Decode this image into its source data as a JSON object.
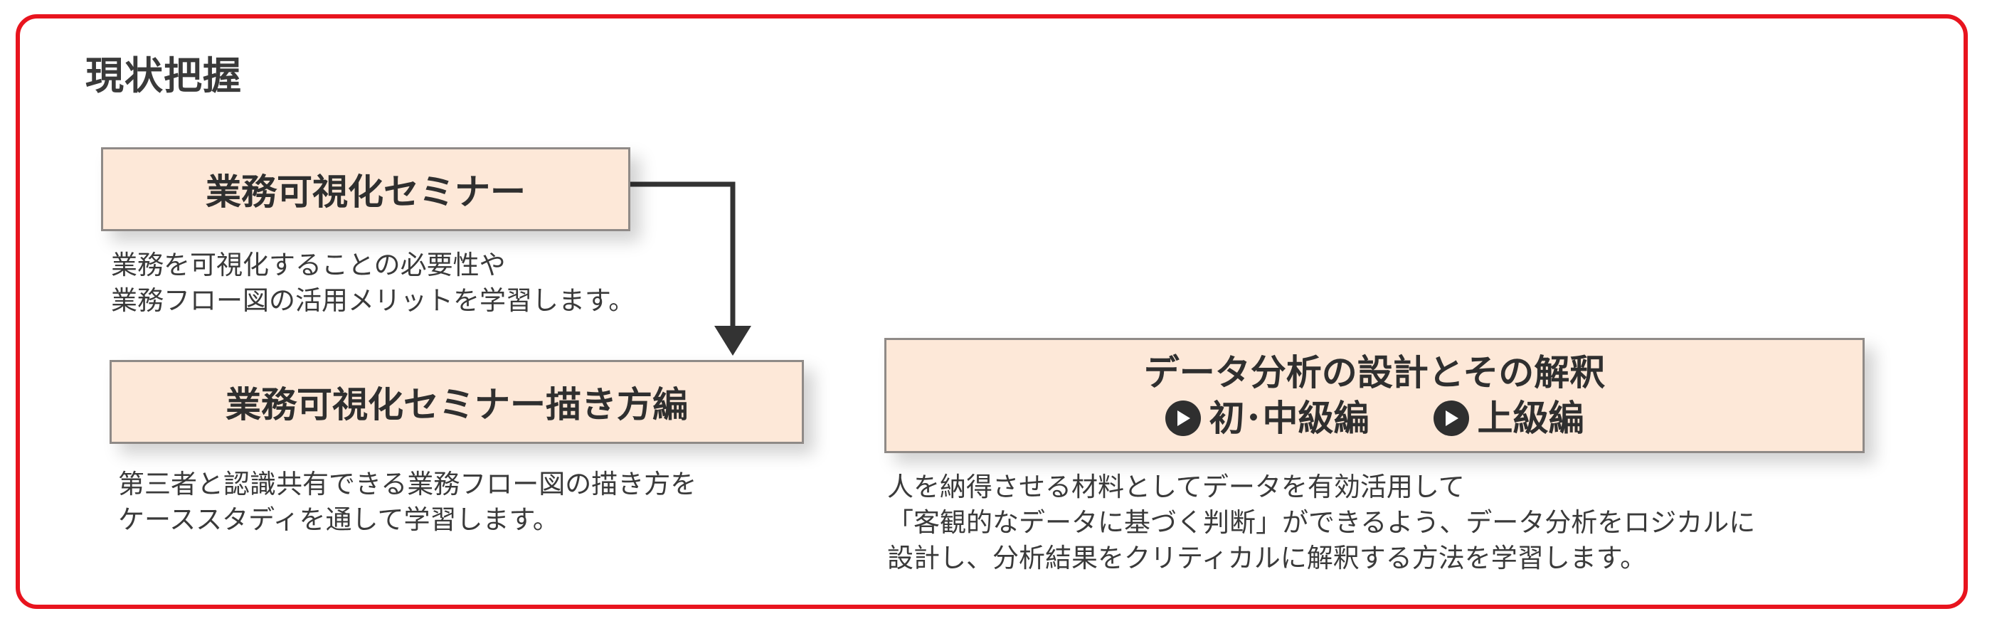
{
  "section": {
    "title": "現状把握"
  },
  "seminar1": {
    "title": "業務可視化セミナー",
    "desc": [
      "業務を可視化することの必要性や",
      "業務フロー図の活用メリットを学習します。"
    ]
  },
  "seminar2": {
    "title": "業務可視化セミナー描き方編",
    "desc": [
      "第三者と認識共有できる業務フロー図の描き方を",
      "ケーススタディを通して学習します。"
    ]
  },
  "seminar3": {
    "title": "データ分析の設計とその解釈",
    "links": [
      {
        "label": "初･中級編",
        "icon": "play-circle-icon"
      },
      {
        "label": "上級編",
        "icon": "play-circle-icon"
      }
    ],
    "desc": [
      "人を納得させる材料としてデータを有効活用して",
      "「客観的なデータに基づく判断」ができるよう、データ分析をロジカルに",
      "設計し、分析結果をクリティカルに解釈する方法を学習します。"
    ]
  },
  "colors": {
    "frame": "#e8141e",
    "box_fill": "#fde8d8",
    "box_border": "#8f8a87",
    "arrow": "#333333"
  }
}
